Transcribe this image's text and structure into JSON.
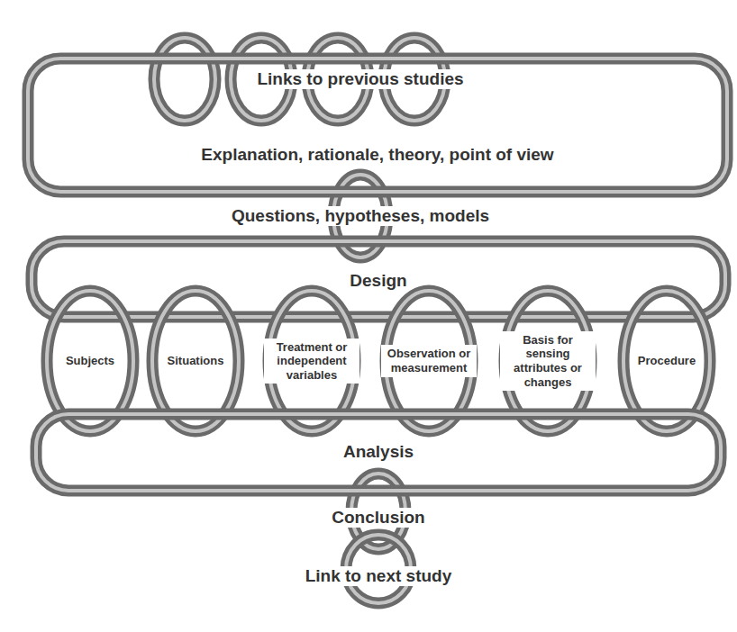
{
  "diagram": {
    "nodes": [
      {
        "text": [
          "Explanation, rationale, theory, point of view"
        ]
      },
      {
        "text": [
          "Design"
        ]
      },
      {
        "text": [
          "Subjects"
        ]
      },
      {
        "text": [
          "Situations"
        ]
      },
      {
        "text": [
          "Treatment or independent variables"
        ]
      },
      {
        "text": [
          "Observation or measurement"
        ]
      },
      {
        "text": [
          "Basis for sensing attributes or changes"
        ]
      },
      {
        "text": [
          "Procedure"
        ]
      },
      {
        "text": [
          "Analysis"
        ]
      }
    ],
    "labels": [
      "Links to previous studies",
      "Questions, hypotheses, models",
      "Conclusion",
      "Link to next study"
    ]
  }
}
